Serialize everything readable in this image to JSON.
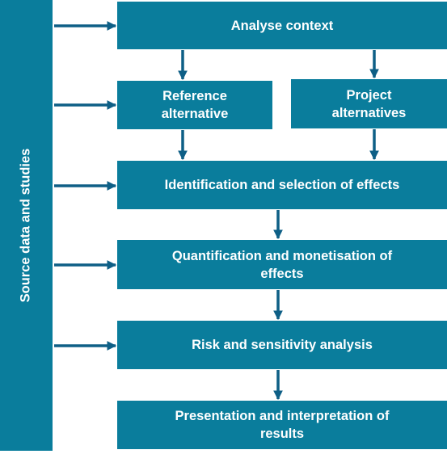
{
  "side_bar": {
    "label": "Source data and studies"
  },
  "steps": {
    "analyse_context": "Analyse  context",
    "reference_alternative": "Reference\nalternative",
    "project_alternatives": "Project\nalternatives",
    "identification": "Identification  and selection  of effects",
    "quantification": "Quantification  and monetisation  of\neffects",
    "risk": "Risk and sensitivity  analysis",
    "presentation": "Presentation  and interpretation  of\nresults"
  },
  "colors": {
    "box": "#0a7d9c",
    "arrow": "#0e5f86",
    "text": "#ffffff"
  }
}
